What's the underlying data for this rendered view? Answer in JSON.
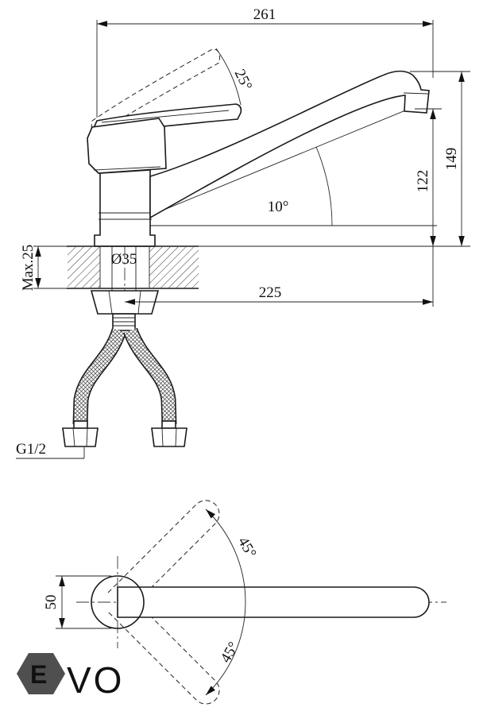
{
  "dims": {
    "overall_length": "261",
    "lever_angle": "25°",
    "height_total": "149",
    "height_spout": "122",
    "spout_angle": "10°",
    "max_mount_thickness": "Max.25",
    "hole_diameter": "Ø35",
    "spout_reach": "225",
    "thread_size": "G1/2",
    "base_diameter": "50",
    "swivel_angle_up": "45°",
    "swivel_angle_down": "45°"
  },
  "logo": {
    "mark": "E",
    "text": "VO"
  },
  "colors": {
    "line": "#1a1a1a",
    "background": "#ffffff",
    "logo_badge": "#4f4f4f",
    "logo_mark": "#ffffff",
    "logo_text": "#c9c9c9"
  }
}
